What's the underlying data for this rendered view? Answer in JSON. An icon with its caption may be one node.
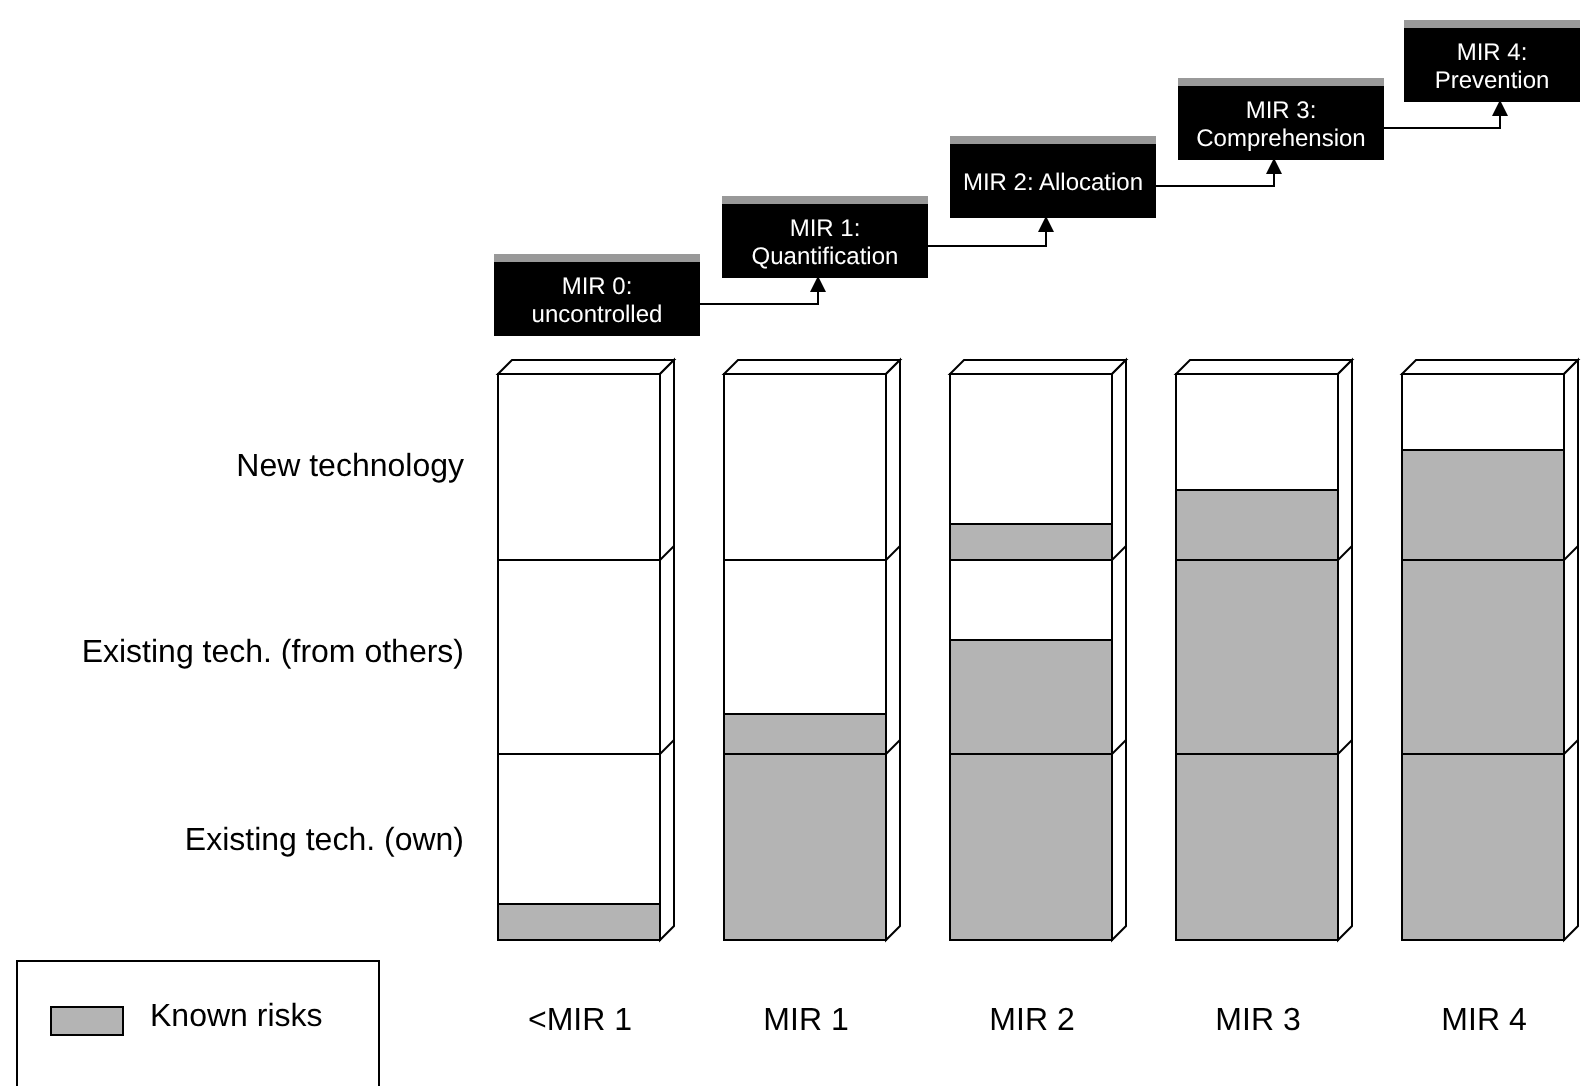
{
  "diagram": {
    "nodes": [
      {
        "text": [
          "MIR 0: uncontrolled"
        ]
      },
      {
        "text": [
          "MIR 1: Quantification"
        ]
      },
      {
        "text": [
          "MIR 2: Allocation"
        ]
      },
      {
        "text": [
          "MIR 3: Comprehension"
        ]
      },
      {
        "text": [
          "MIR 4: Prevention"
        ]
      }
    ],
    "edges": [
      {
        "from": 0,
        "to": 1,
        "arrow": "to"
      },
      {
        "from": 1,
        "to": 2,
        "arrow": "to"
      },
      {
        "from": 2,
        "to": 3,
        "arrow": "to"
      },
      {
        "from": 3,
        "to": 4,
        "arrow": "to"
      }
    ],
    "labels": [
      "New technology",
      "Existing tech. (from others)",
      "Existing tech. (own)",
      "<MIR 1",
      "MIR 1",
      "MIR 2",
      "MIR 3",
      "MIR 4"
    ],
    "legend": [
      {
        "text": "Known risks",
        "color": "#b4b4b4"
      }
    ]
  }
}
